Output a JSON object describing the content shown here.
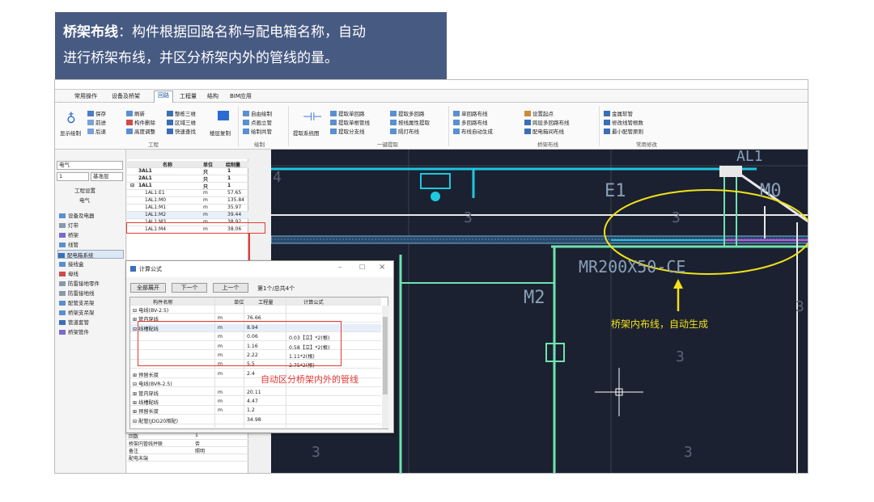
{
  "banner": {
    "line1_bold": "桥架布线",
    "line1_rest": "：构件根据回路名称与配电箱名称，自动",
    "line2": "进行桥架布线，并区分桥架内外的管线的量。"
  },
  "tabs": [
    "常用操作",
    "设备及桥架",
    "回路",
    "工程量",
    "结构",
    "BIM应用"
  ],
  "active_tab": "回路",
  "ribbon": {
    "show_draw": "显示绘制",
    "save": "保存",
    "forward": "前进",
    "back": "后退",
    "refresh": "刷新",
    "delete_part": "构件删除",
    "height_adjust": "高度调整",
    "whole_3d": "整栋三维",
    "area_3d": "区域三维",
    "quick_find": "快速查找",
    "floor_copy": "楼层复制",
    "auto_draw": "自由绘制",
    "point_riser": "点画立管",
    "draw_shared": "绘制共管",
    "extract_sys": "提取系统图",
    "pick_single": "提取单回路",
    "pick_single_tray": "提取单根管线",
    "pick_branch": "提取分支线",
    "pick_multi": "提取多回路",
    "pick_attr": "按线属性提取",
    "skip_light": "隔灯布线",
    "single_route": "单回路布线",
    "multi_route": "多回路布线",
    "auto_gen": "布线自动生成",
    "set_start": "设置起点",
    "cross_floor": "跨层多回路布线",
    "box_route": "配电箱间布线",
    "metal_soft": "金属软管",
    "mod_count": "修改线管根数",
    "min_pipe": "最小配管原则",
    "groups": [
      "工程",
      "绘制",
      "一键提取",
      "桥架布线",
      "常用修改"
    ]
  },
  "leftnav": {
    "discipline": "电气",
    "floor": "1",
    "base_floor": "基准层",
    "section": "工程设置",
    "section2": "电气",
    "items": [
      "设备及电器",
      "灯带",
      "桥架",
      "线管",
      "配电箱系统",
      "接线盒",
      "母线",
      "防雷接地零件",
      "防雷接地线",
      "配管支吊架",
      "桥架支吊架",
      "管道套管",
      "桥架管件"
    ]
  },
  "proptable": {
    "headers": [
      "名称",
      "单位",
      "绘制量"
    ],
    "rows": [
      [
        "3AL1",
        "只",
        "1"
      ],
      [
        "2AL1",
        "只",
        "1"
      ],
      [
        "1AL1",
        "只",
        "1"
      ],
      [
        "1AL1:E1",
        "m",
        "57.65"
      ],
      [
        "1AL1:M0",
        "m",
        "135.84"
      ],
      [
        "1AL1:M1",
        "m",
        "35.97"
      ],
      [
        "1AL1:M2",
        "m",
        "39.44"
      ],
      [
        "1AL1:M3",
        "m",
        "38.92"
      ],
      [
        "1AL1:M4",
        "m",
        "38.06"
      ]
    ],
    "bottom_rows": [
      [
        "回数",
        "1"
      ],
      [
        "桥架内管线并联",
        "否"
      ],
      [
        "备注",
        "照明"
      ],
      [
        "配电末端",
        ""
      ]
    ]
  },
  "dialog": {
    "title": "计算公式",
    "btn_expand": "全部展开",
    "btn_next": "下一个",
    "btn_prev": "上一个",
    "counter": "第1个/总共4个",
    "headers": [
      "构件名称",
      "单位",
      "工程量",
      "计算公式"
    ],
    "rows": [
      {
        "name": "⊟ 电线(BV-2.5)",
        "unit": "",
        "qty": "",
        "formula": ""
      },
      {
        "name": "⊞ 管内穿线",
        "unit": "m",
        "qty": "76.66",
        "formula": ""
      },
      {
        "name": "⊟ 线槽配线",
        "unit": "m",
        "qty": "8.94",
        "formula": ""
      },
      {
        "name": "",
        "unit": "m",
        "qty": "0.06",
        "formula": "0.03【立】*2(根)"
      },
      {
        "name": "",
        "unit": "m",
        "qty": "1.16",
        "formula": "0.58【立】*2(根)"
      },
      {
        "name": "",
        "unit": "m",
        "qty": "2.22",
        "formula": "1.11*2(根)"
      },
      {
        "name": "",
        "unit": "m",
        "qty": "5.5",
        "formula": "2.75*2(根)"
      },
      {
        "name": "⊞ 预留长度",
        "unit": "m",
        "qty": "2.4",
        "formula": ""
      },
      {
        "name": "⊟ 电线(BVR-2.5)",
        "unit": "",
        "qty": "",
        "formula": ""
      },
      {
        "name": "⊞ 管内穿线",
        "unit": "m",
        "qty": "20.11",
        "formula": ""
      },
      {
        "name": "⊞ 线槽配线",
        "unit": "m",
        "qty": "4.47",
        "formula": ""
      },
      {
        "name": "⊞ 预留长度",
        "unit": "m",
        "qty": "1.2",
        "formula": ""
      },
      {
        "name": "⊟ 配管(JDG20暗配)",
        "unit": "",
        "qty": "34.98",
        "formula": ""
      }
    ]
  },
  "cad": {
    "labels": [
      "AL1",
      "E1",
      "M0",
      "M2",
      "MR200X50-CE",
      "4",
      "3",
      "3",
      "3",
      "3",
      "3",
      "3"
    ]
  },
  "annotations": {
    "tray_inside": "桥架内布线，自动生成",
    "auto_split": "自动区分桥架内外的管线"
  },
  "colors": {
    "banner": "#475a82",
    "highlight_red": "#e53935",
    "highlight_yellow": "#f2e21b",
    "cad_bg": "#1b2130",
    "cad_cyan": "#1ec8e0",
    "cad_green": "#6fe3b0",
    "cad_magenta": "#d14ee0"
  }
}
